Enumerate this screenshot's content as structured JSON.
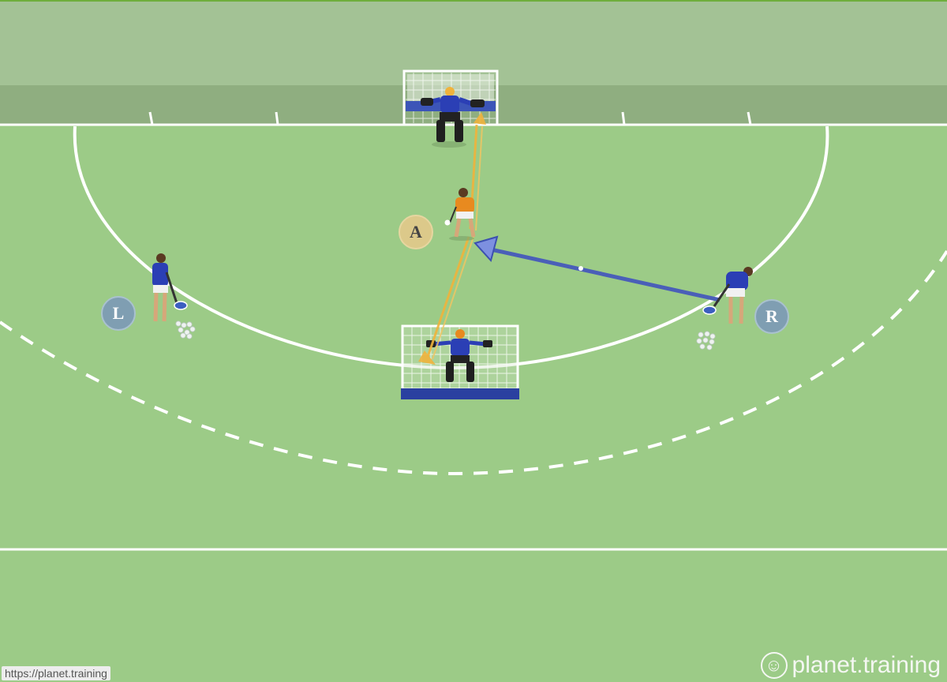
{
  "markers": {
    "attacker": "A",
    "left": "L",
    "right": "R"
  },
  "watermark": {
    "url": "https://planet.training",
    "brand": "planet.training",
    "logo_icon": "planet-training-logo-icon"
  },
  "colors": {
    "grass": "#9ccb87",
    "backdrop_top": "#a4c396",
    "backdrop_band": "#8fb07f",
    "line": "#ffffff",
    "blue_pass": "#4a5fb8",
    "orange_shot": "#f0b33c",
    "team_blue": "#2b3fb5",
    "team_orange": "#e88a1f"
  }
}
